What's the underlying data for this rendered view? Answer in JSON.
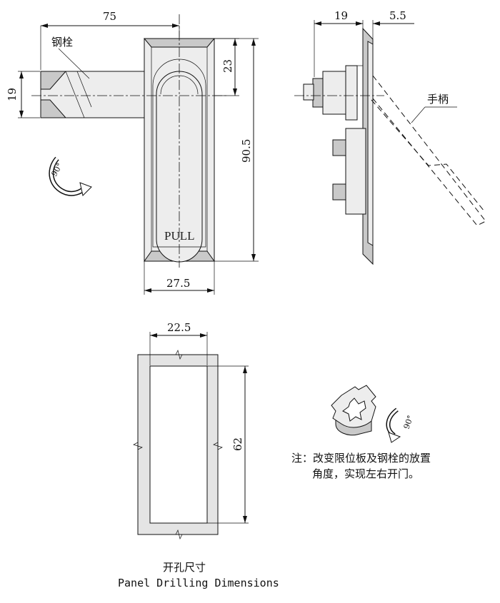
{
  "front_view": {
    "dim_width_top": "75",
    "label_bolt": "钢栓",
    "dim_bolt_height": "19",
    "dim_top_to_bolt": "23",
    "dim_total_height": "90.5",
    "dim_body_width": "27.5",
    "pull_text": "PULL",
    "rotation_angle": "90°"
  },
  "side_view": {
    "dim_depth": "19",
    "dim_plate": "5.5",
    "label_handle": "手柄"
  },
  "cutout": {
    "dim_width": "22.5",
    "dim_height": "62",
    "caption_cn": "开孔尺寸",
    "caption_en": "Panel Drilling Dimensions"
  },
  "stop_plate": {
    "rotation_angle": "90°",
    "note_line1": "注：改变限位板及钢栓的放置",
    "note_line2": "角度，实现左右开门。"
  }
}
